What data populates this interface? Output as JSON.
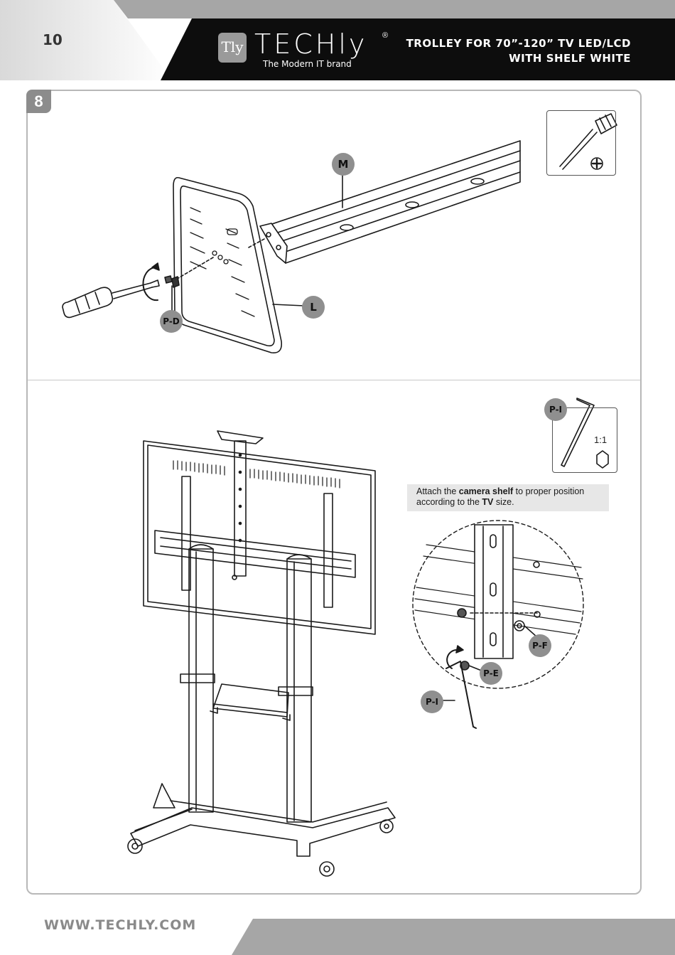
{
  "header": {
    "page_number": "10",
    "logo_mark": "Tly",
    "brand_name": "TECHly",
    "registered_mark": "®",
    "tagline": "The Modern IT brand",
    "product_title_line1": "TROLLEY FOR 70”-120” TV LED/LCD",
    "product_title_line2": "WITH SHELF WHITE"
  },
  "step": {
    "number": "8",
    "top_panel": {
      "labels": {
        "bar": "M",
        "plate": "L",
        "screw": "P-D"
      },
      "tool_icon": "phillips-screwdriver-icon"
    },
    "bottom_panel": {
      "tool_label": "P-I",
      "tool_scale": "1:1",
      "tool_icon": "hex-key-icon",
      "note_prefix": "Attach the ",
      "note_bold1": "camera shelf",
      "note_mid": " to proper position according to the ",
      "note_bold2": "TV",
      "note_suffix": " size.",
      "detail_labels": {
        "nut": "P-F",
        "bolt": "P-E",
        "key": "P-I"
      }
    }
  },
  "footer": {
    "website": "WWW.TECHLY.COM"
  },
  "colors": {
    "header_black": "#0d0d0d",
    "label_gray": "#8f8f8f",
    "frame_gray": "#b8b8b8"
  }
}
